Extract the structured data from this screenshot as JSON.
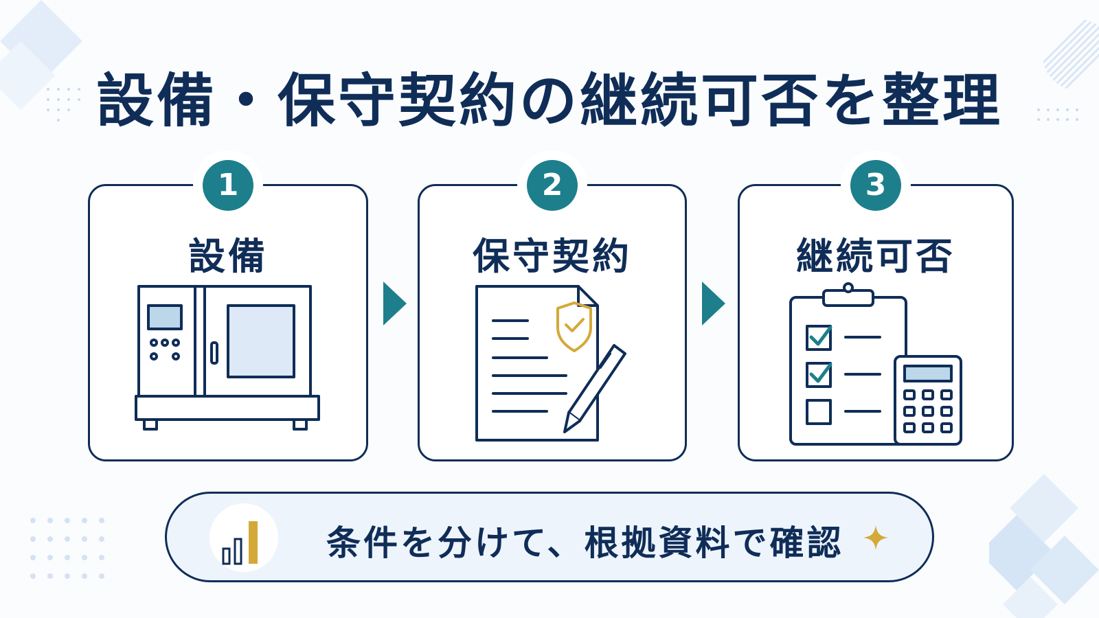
{
  "title": "設備・保守契約の継続可否を整理",
  "steps": [
    {
      "number": "1",
      "label": "設備",
      "icon": "equipment-machine-icon"
    },
    {
      "number": "2",
      "label": "保守契約",
      "icon": "contract-document-icon"
    },
    {
      "number": "3",
      "label": "継続可否",
      "icon": "checklist-calculator-icon"
    }
  ],
  "footer": {
    "text": "条件を分けて、根拠資料で確認",
    "icon": "bar-chart-icon"
  },
  "colors": {
    "navy": "#0f2d57",
    "teal": "#1d7f8c",
    "gold": "#d4a93a",
    "light_blue": "#dde9f7"
  }
}
